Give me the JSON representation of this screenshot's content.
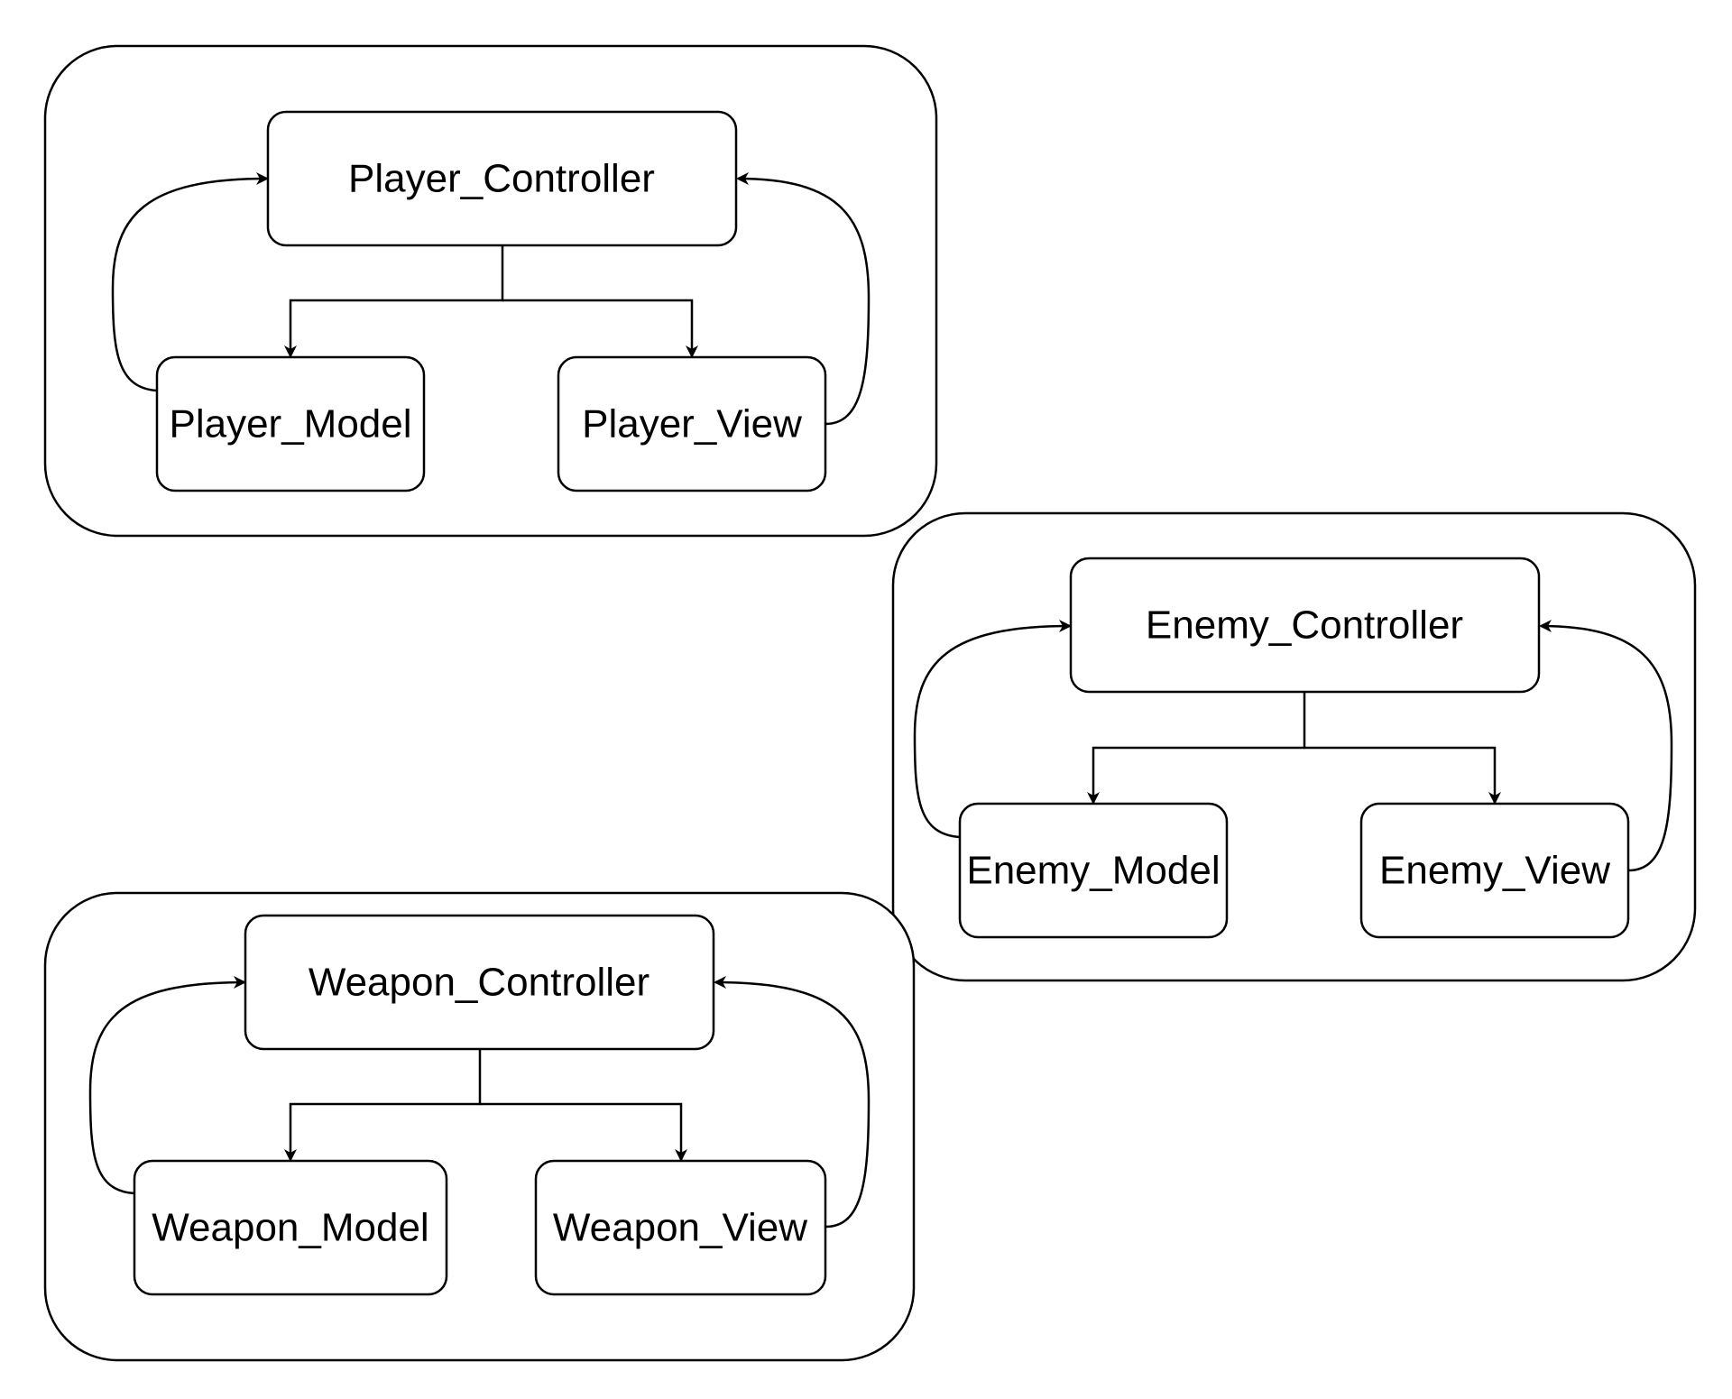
{
  "groups": [
    {
      "id": "player",
      "controller": "Player_Controller",
      "model": "Player_Model",
      "view": "Player_View"
    },
    {
      "id": "enemy",
      "controller": "Enemy_Controller",
      "model": "Enemy_Model",
      "view": "Enemy_View"
    },
    {
      "id": "weapon",
      "controller": "Weapon_Controller",
      "model": "Weapon_Model",
      "view": "Weapon_View"
    }
  ],
  "colors": {
    "stroke": "#000000",
    "background": "#ffffff",
    "text": "#000000"
  }
}
